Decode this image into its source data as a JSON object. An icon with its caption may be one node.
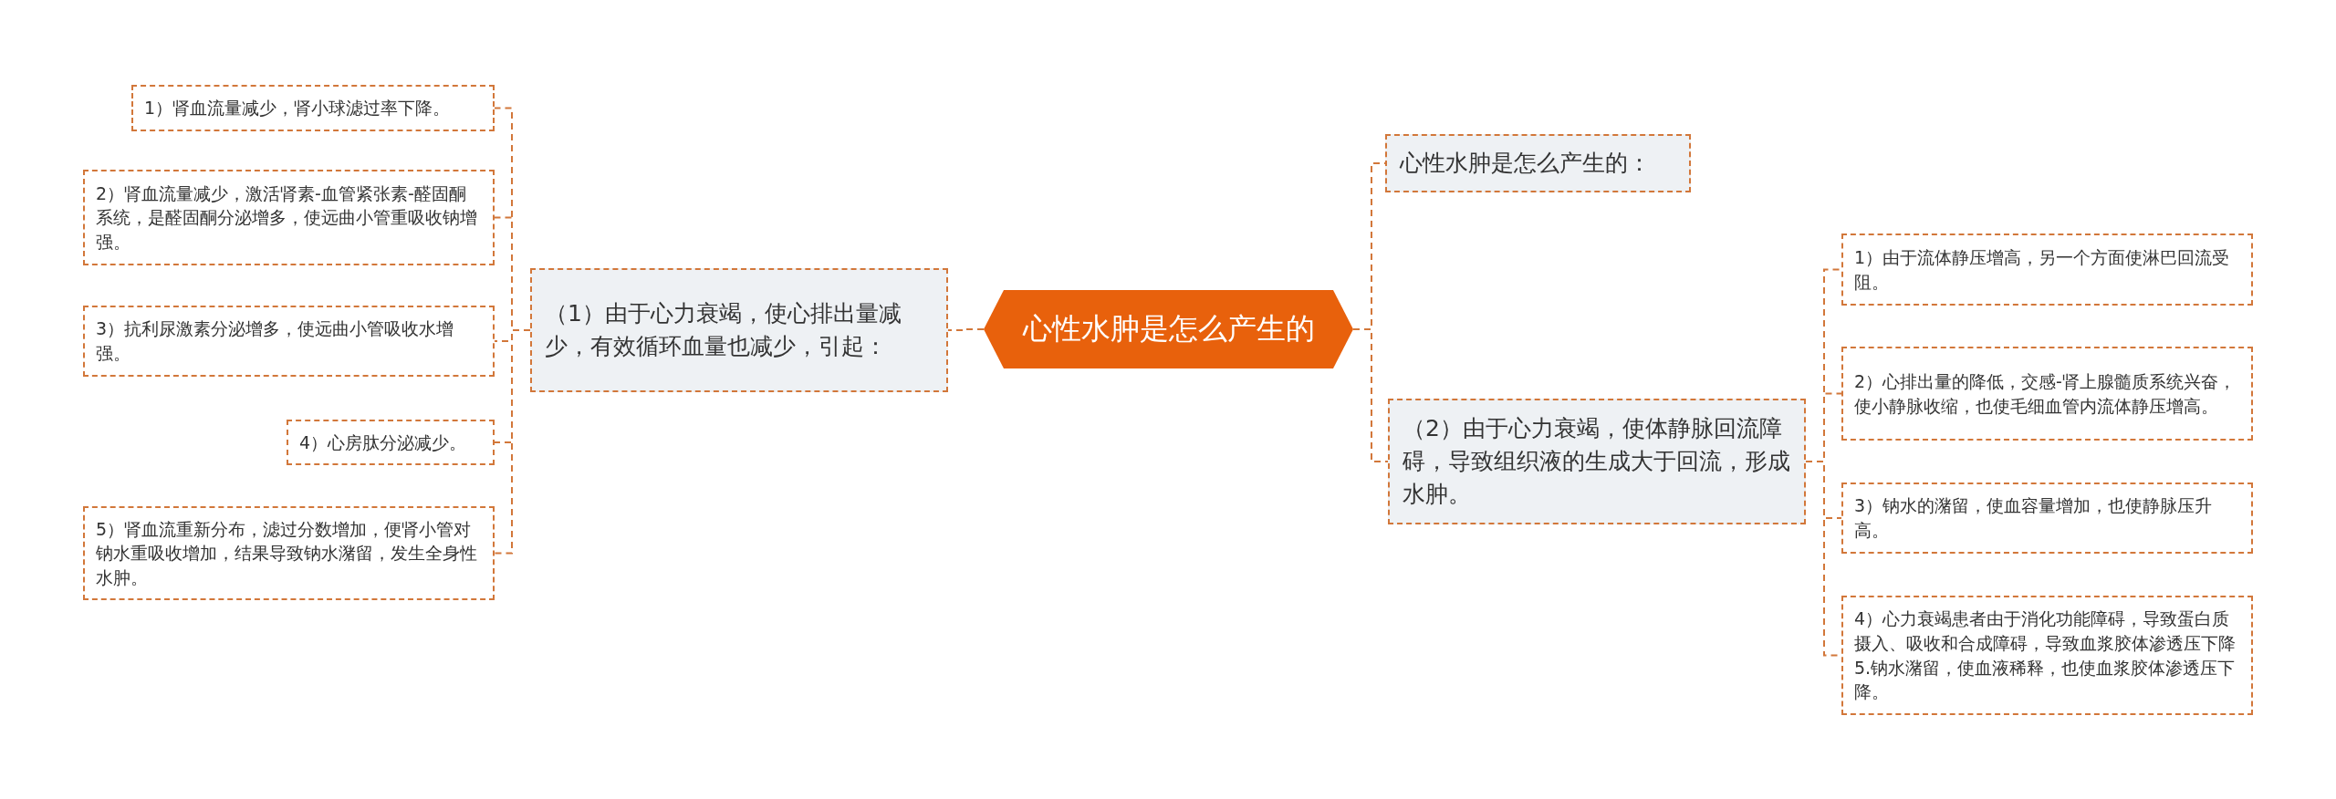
{
  "diagram": {
    "nodes": [
      {
        "text": [
          "心性水肿是怎么产生的"
        ]
      },
      {
        "text": [
          "（1）由于心力衰竭，使心排出量减少，有效循环血量也减少，引起："
        ]
      },
      {
        "text": [
          "1）肾血流量减少，肾小球滤过率下降。"
        ]
      },
      {
        "text": [
          "2）肾血流量减少，激活肾素-血管紧张素-醛固酮系统，是醛固酮分泌增多，使远曲小管重吸收钠增强。"
        ]
      },
      {
        "text": [
          "3）抗利尿激素分泌增多，使远曲小管吸收水增强。"
        ]
      },
      {
        "text": [
          "4）心房肽分泌减少。"
        ]
      },
      {
        "text": [
          "5）肾血流重新分布，滤过分数增加，便肾小管对钠水重吸收增加，结果导致钠水潴留，发生全身性水肿。"
        ]
      },
      {
        "text": [
          "心性水肿是怎么产生的："
        ]
      },
      {
        "text": [
          "（2）由于心力衰竭，使体静脉回流障碍，导致组织液的生成大于回流，形成水肿。"
        ]
      },
      {
        "text": [
          "1）由于流体静压增高，另一个方面使淋巴回流受阻。"
        ]
      },
      {
        "text": [
          "2）心排出量的降低，交感-肾上腺髓质系统兴奋，使小静脉收缩，也使毛细血管内流体静压增高。"
        ]
      },
      {
        "text": [
          "3）钠水的潴留，使血容量增加，也使静脉压升高。"
        ]
      },
      {
        "text": [
          "4）心力衰竭患者由于消化功能障碍，导致蛋白质摄入、吸收和合成障碍，导致血浆胶体渗透压下降5.钠水潴留，使血液稀释，也使血浆胶体渗透压下降。"
        ]
      }
    ],
    "edges": [
      {
        "from": 0,
        "to": 1,
        "arrow": "none"
      },
      {
        "from": 1,
        "to": 2,
        "arrow": "none"
      },
      {
        "from": 1,
        "to": 3,
        "arrow": "none"
      },
      {
        "from": 1,
        "to": 4,
        "arrow": "none"
      },
      {
        "from": 1,
        "to": 5,
        "arrow": "none"
      },
      {
        "from": 1,
        "to": 6,
        "arrow": "none"
      },
      {
        "from": 0,
        "to": 7,
        "arrow": "none"
      },
      {
        "from": 0,
        "to": 8,
        "arrow": "none"
      },
      {
        "from": 8,
        "to": 9,
        "arrow": "none"
      },
      {
        "from": 8,
        "to": 10,
        "arrow": "none"
      },
      {
        "from": 8,
        "to": 11,
        "arrow": "none"
      },
      {
        "from": 8,
        "to": 12,
        "arrow": "none"
      }
    ]
  }
}
